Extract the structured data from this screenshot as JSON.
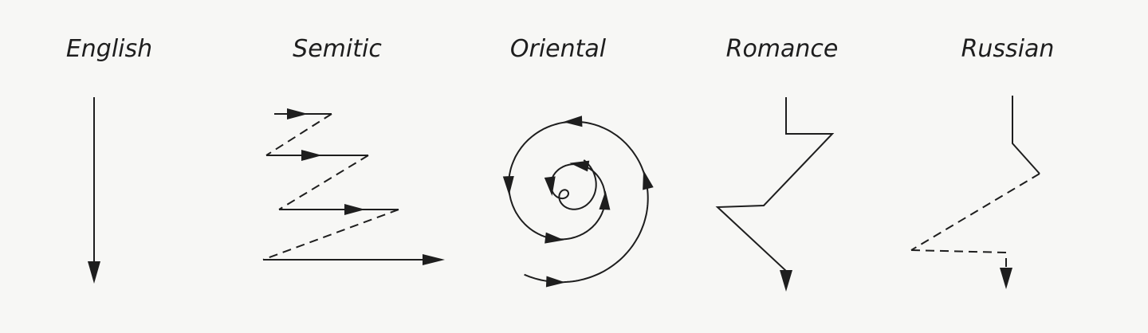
{
  "diagram": {
    "labels": {
      "english": "English",
      "semitic": "Semitic",
      "oriental": "Oriental",
      "romance": "Romance",
      "russian": "Russian"
    },
    "colors": {
      "ink": "#1e1e1e",
      "paper": "#f7f7f5"
    }
  }
}
